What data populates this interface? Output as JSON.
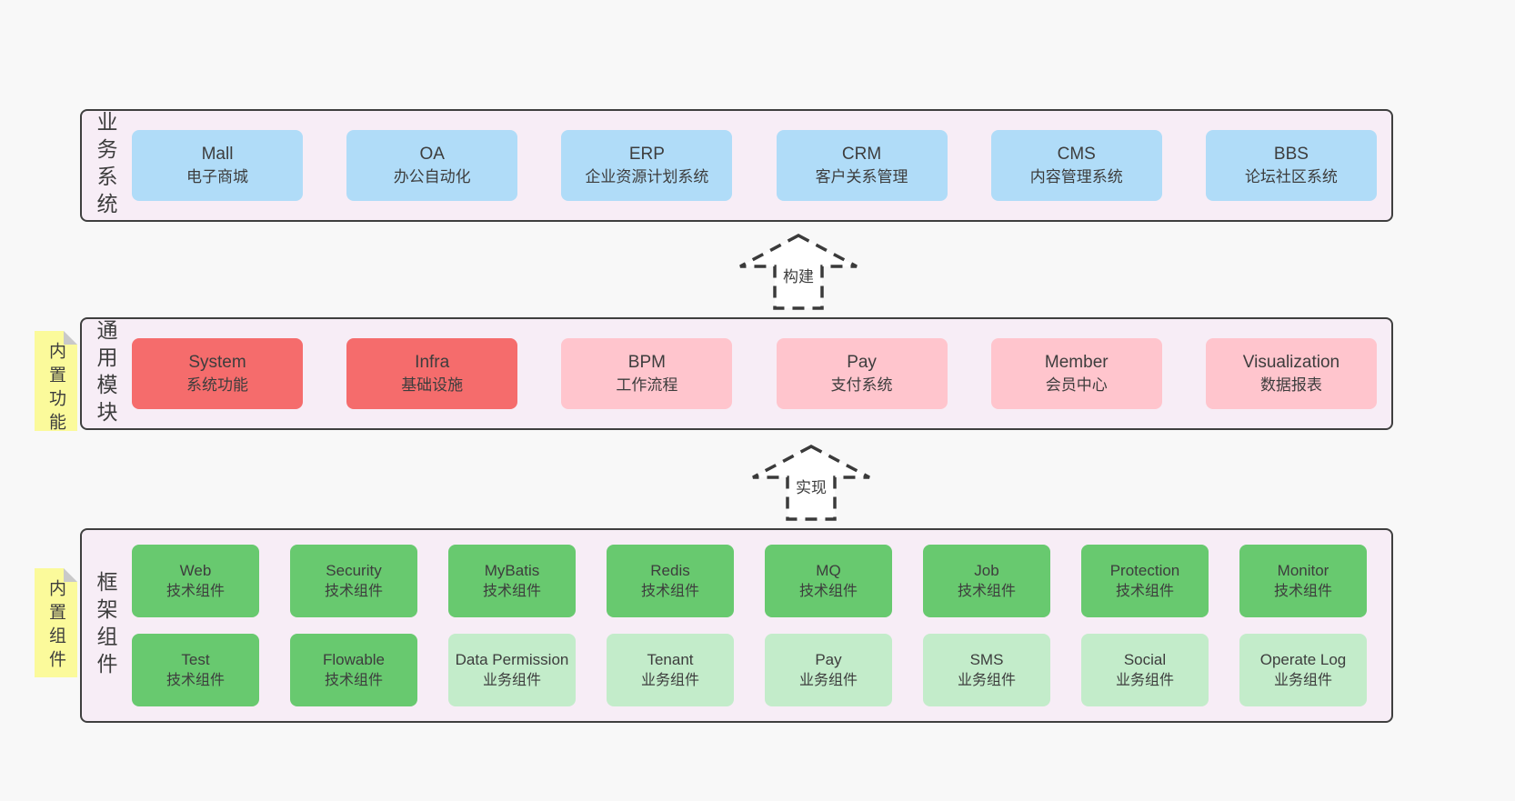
{
  "diagram": {
    "arrows": [
      {
        "label": "构建"
      },
      {
        "label": "实现"
      }
    ],
    "sections": {
      "business": {
        "label": "业务系统",
        "boxes": [
          {
            "title": "Mall",
            "subtitle": "电子商城",
            "variant": "blue"
          },
          {
            "title": "OA",
            "subtitle": "办公自动化",
            "variant": "blue"
          },
          {
            "title": "ERP",
            "subtitle": "企业资源计划系统",
            "variant": "blue"
          },
          {
            "title": "CRM",
            "subtitle": "客户关系管理",
            "variant": "blue"
          },
          {
            "title": "CMS",
            "subtitle": "内容管理系统",
            "variant": "blue"
          },
          {
            "title": "BBS",
            "subtitle": "论坛社区系统",
            "variant": "blue"
          }
        ]
      },
      "modules": {
        "label": "通用模块",
        "sticky": "内置功能",
        "boxes": [
          {
            "title": "System",
            "subtitle": "系统功能",
            "variant": "red"
          },
          {
            "title": "Infra",
            "subtitle": "基础设施",
            "variant": "red"
          },
          {
            "title": "BPM",
            "subtitle": "工作流程",
            "variant": "pink"
          },
          {
            "title": "Pay",
            "subtitle": "支付系统",
            "variant": "pink"
          },
          {
            "title": "Member",
            "subtitle": "会员中心",
            "variant": "pink"
          },
          {
            "title": "Visualization",
            "subtitle": "数据报表",
            "variant": "pink"
          }
        ]
      },
      "components": {
        "label": "框架组件",
        "sticky": "内置组件",
        "row1": [
          {
            "title": "Web",
            "subtitle": "技术组件",
            "variant": "green"
          },
          {
            "title": "Security",
            "subtitle": "技术组件",
            "variant": "green"
          },
          {
            "title": "MyBatis",
            "subtitle": "技术组件",
            "variant": "green"
          },
          {
            "title": "Redis",
            "subtitle": "技术组件",
            "variant": "green"
          },
          {
            "title": "MQ",
            "subtitle": "技术组件",
            "variant": "green"
          },
          {
            "title": "Job",
            "subtitle": "技术组件",
            "variant": "green"
          },
          {
            "title": "Protection",
            "subtitle": "技术组件",
            "variant": "green"
          },
          {
            "title": "Monitor",
            "subtitle": "技术组件",
            "variant": "green"
          }
        ],
        "row2": [
          {
            "title": "Test",
            "subtitle": "技术组件",
            "variant": "green"
          },
          {
            "title": "Flowable",
            "subtitle": "技术组件",
            "variant": "green"
          },
          {
            "title": "Data Permission",
            "subtitle": "业务组件",
            "variant": "lightgreen"
          },
          {
            "title": "Tenant",
            "subtitle": "业务组件",
            "variant": "lightgreen"
          },
          {
            "title": "Pay",
            "subtitle": "业务组件",
            "variant": "lightgreen"
          },
          {
            "title": "SMS",
            "subtitle": "业务组件",
            "variant": "lightgreen"
          },
          {
            "title": "Social",
            "subtitle": "业务组件",
            "variant": "lightgreen"
          },
          {
            "title": "Operate Log",
            "subtitle": "业务组件",
            "variant": "lightgreen"
          }
        ]
      }
    },
    "colors": {
      "blue": "#b0dcf8",
      "red": "#f56c6c",
      "pink": "#ffc5cd",
      "green": "#68c96f",
      "light_green": "#c3ecca",
      "panel_bg": "#f7edf6",
      "sticky_yellow": "#fbfa9b",
      "border": "#3f3f3f",
      "text": "#3d3d3d",
      "page_bg": "#f8f8f8"
    }
  }
}
